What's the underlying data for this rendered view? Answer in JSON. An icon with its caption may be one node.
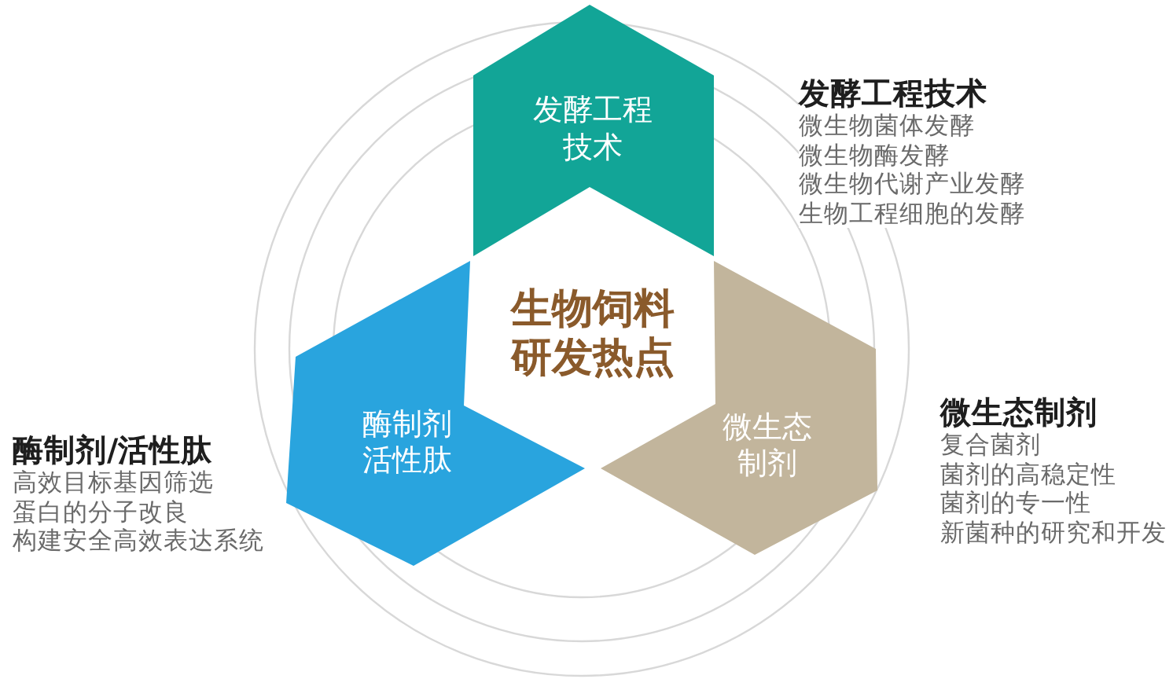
{
  "diagram": {
    "nodes": [
      {
        "text": [
          "发酵工程技术"
        ],
        "beside": [
          "发酵工程技术",
          "微生物菌体发酵",
          "微生物酶发酵",
          "微生物代谢产业发酵",
          "生物工程细胞的发酵"
        ]
      },
      {
        "text": [
          "生物饲料研发热点"
        ]
      },
      {
        "text": [
          "酶制剂活性肽"
        ],
        "beside": [
          "酶制剂/活性肽",
          "高效目标基因筛选",
          "蛋白的分子改良",
          "构建安全高效表达系统"
        ]
      },
      {
        "text": [
          "微生态制剂"
        ],
        "beside": [
          "微生态制剂",
          "复合菌剂",
          "菌剂的高稳定性",
          "菌剂的专一性",
          "新菌种的研究和开发"
        ]
      }
    ]
  }
}
